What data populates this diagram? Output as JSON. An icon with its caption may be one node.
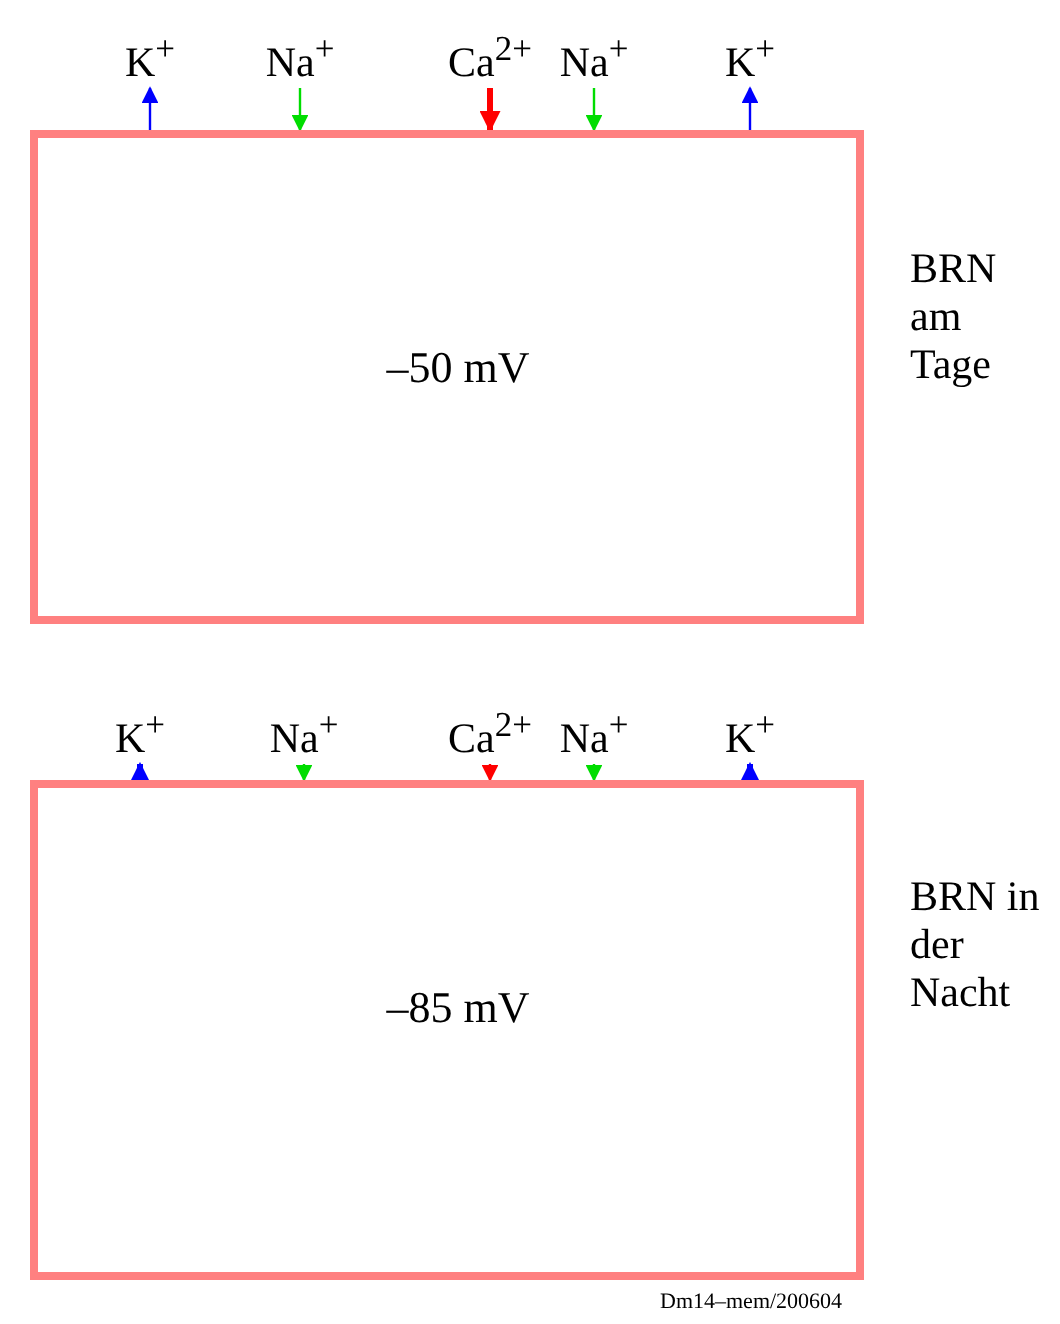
{
  "diagram": {
    "nodes": [
      {
        "text": [
          "K$^{+}$"
        ]
      },
      {
        "text": [
          "Na$^{+}$"
        ]
      },
      {
        "text": [
          "Ca$^{2+}$"
        ]
      },
      {
        "text": [
          "Na$^{+}$"
        ]
      },
      {
        "text": [
          "K$^{+}$"
        ]
      },
      {
        "text": [
          "–50 mV"
        ],
        "beside": [
          "BRN am Tage"
        ]
      },
      {
        "text": [
          "K$^{+}$"
        ]
      },
      {
        "text": [
          "Na$^{+}$"
        ]
      },
      {
        "text": [
          "Ca$^{2+}$"
        ]
      },
      {
        "text": [
          "Na$^{+}$"
        ]
      },
      {
        "text": [
          "K$^{+}$"
        ]
      },
      {
        "text": [
          "–85 mV"
        ],
        "beside": [
          "BRN in der Nacht"
        ]
      }
    ],
    "edges": [
      {
        "from": 5,
        "to": 0,
        "arrow": "to",
        "color": "#0000ff"
      },
      {
        "from": 1,
        "to": 5,
        "arrow": "to",
        "color": "#00dd00"
      },
      {
        "from": 2,
        "to": 5,
        "arrow": "to",
        "color": "#ff0000",
        "style": "thick"
      },
      {
        "from": 3,
        "to": 5,
        "arrow": "to",
        "color": "#00dd00"
      },
      {
        "from": 5,
        "to": 4,
        "arrow": "to",
        "color": "#0000ff"
      },
      {
        "from": 11,
        "to": 6,
        "arrow": "to",
        "color": "#0000ff",
        "style": "thick"
      },
      {
        "from": 7,
        "to": 11,
        "arrow": "to",
        "color": "#00dd00"
      },
      {
        "from": 8,
        "to": 11,
        "arrow": "to",
        "color": "#ff0000"
      },
      {
        "from": 9,
        "to": 11,
        "arrow": "to",
        "color": "#00dd00"
      },
      {
        "from": 11,
        "to": 10,
        "arrow": "to",
        "color": "#0000ff",
        "style": "thick"
      }
    ],
    "labels": [
      "Dm14–mem/200604"
    ]
  }
}
